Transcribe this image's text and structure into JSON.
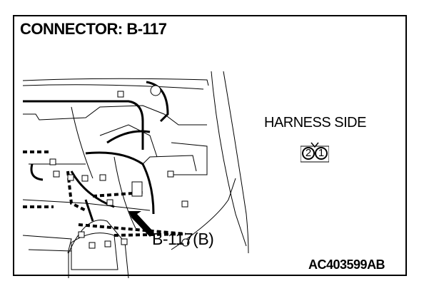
{
  "title": "CONNECTOR: B-117",
  "harness_label": "HARNESS SIDE",
  "connector": {
    "pins": [
      "2",
      "1"
    ]
  },
  "callout_label": "B-117(B)",
  "figure_code": "AC403599AB"
}
